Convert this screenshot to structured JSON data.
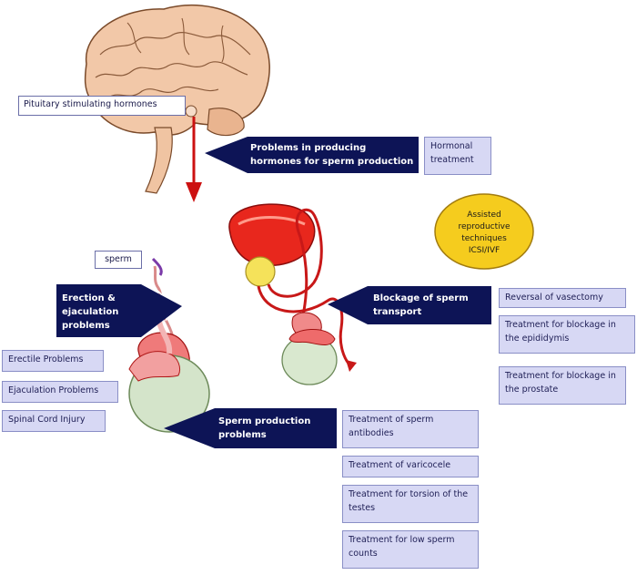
{
  "labels": {
    "pituitary": "Pituitary stimulating hormones",
    "sperm": "sperm",
    "hormone_problems": "Problems in producing hormones for sperm production",
    "erection_problems": "Erection & ejaculation problems",
    "blockage": "Blockage of sperm transport",
    "sperm_production": "Sperm production problems"
  },
  "treatments": {
    "hormonal": "Hormonal treatment",
    "vasectomy": "Reversal of vasectomy",
    "epididymis": "Treatment for blockage in the epididymis",
    "prostate": "Treatment for blockage in the prostate",
    "antibodies": "Treatment of sperm antibodies",
    "varicocele": "Treatment of varicocele",
    "torsion": "Treatment for torsion of the testes",
    "low_count": "Treatment for low sperm counts"
  },
  "left_list": [
    "Erectile Problems",
    "Ejaculation Problems",
    "Spinal Cord Injury"
  ],
  "art": {
    "oval_text": "Assisted reproductive techniques ICSI/IVF"
  },
  "colors": {
    "navy_callout": "#0d1456",
    "lavender_box": "#d7d8f4",
    "arrow_red": "#cc1111",
    "oval_yellow": "#f5cc1e"
  }
}
